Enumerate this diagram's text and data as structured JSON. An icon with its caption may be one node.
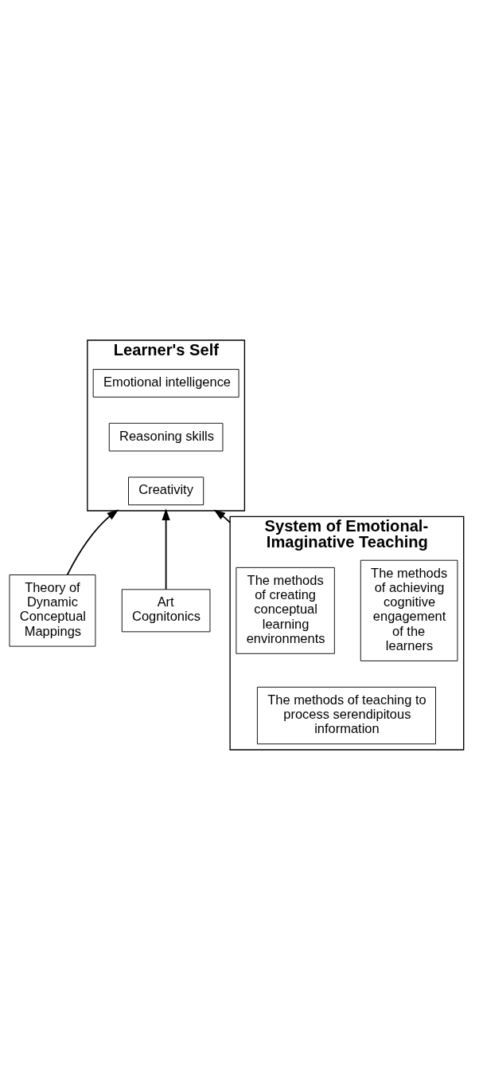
{
  "diagram": {
    "nodes": [
      {
        "text": [
          "Learner's Self"
        ]
      },
      {
        "text": [
          "Emotional intelligence"
        ],
        "in": 0
      },
      {
        "text": [
          "Reasoning skills"
        ],
        "in": 0
      },
      {
        "text": [
          "Creativity"
        ],
        "in": 0
      },
      {
        "text": [
          "Theory of Dynamic Conceptual Mappings"
        ]
      },
      {
        "text": [
          "Art Cognitonics"
        ]
      },
      {
        "text": [
          "System of Emotional-Imaginative Teaching"
        ]
      },
      {
        "text": [
          "The methods of creating conceptual learning environments"
        ],
        "in": 6
      },
      {
        "text": [
          "The methods of achieving cognitive engagement of the learners"
        ],
        "in": 6
      },
      {
        "text": [
          "The methods of teaching to process serendipitous information"
        ],
        "in": 6
      }
    ],
    "edges": [
      {
        "from": 4,
        "to": 0,
        "arrow": "to"
      },
      {
        "from": 6,
        "to": 0,
        "arrow": "to"
      },
      {
        "from": 5,
        "to": 0,
        "arrow": "to"
      }
    ]
  }
}
